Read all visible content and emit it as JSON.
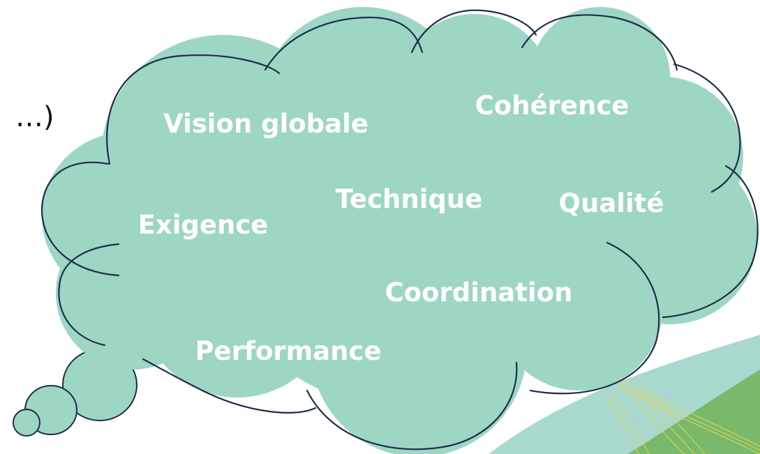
{
  "fragment_text": "…)",
  "cloud_words": {
    "vision": "Vision globale",
    "coherence": "Cohérence",
    "technique": "Technique",
    "qualite": "Qualité",
    "exigence": "Exigence",
    "coordination": "Coordination",
    "performance": "Performance"
  },
  "colors": {
    "cloud_fill": "#9dd6c3",
    "cloud_stroke": "#1b2d4a",
    "word_color": "#ffffff",
    "deco_green": "#7ab86b",
    "deco_teal": "#a9d8cf",
    "deco_yellow": "#e6d84a"
  }
}
